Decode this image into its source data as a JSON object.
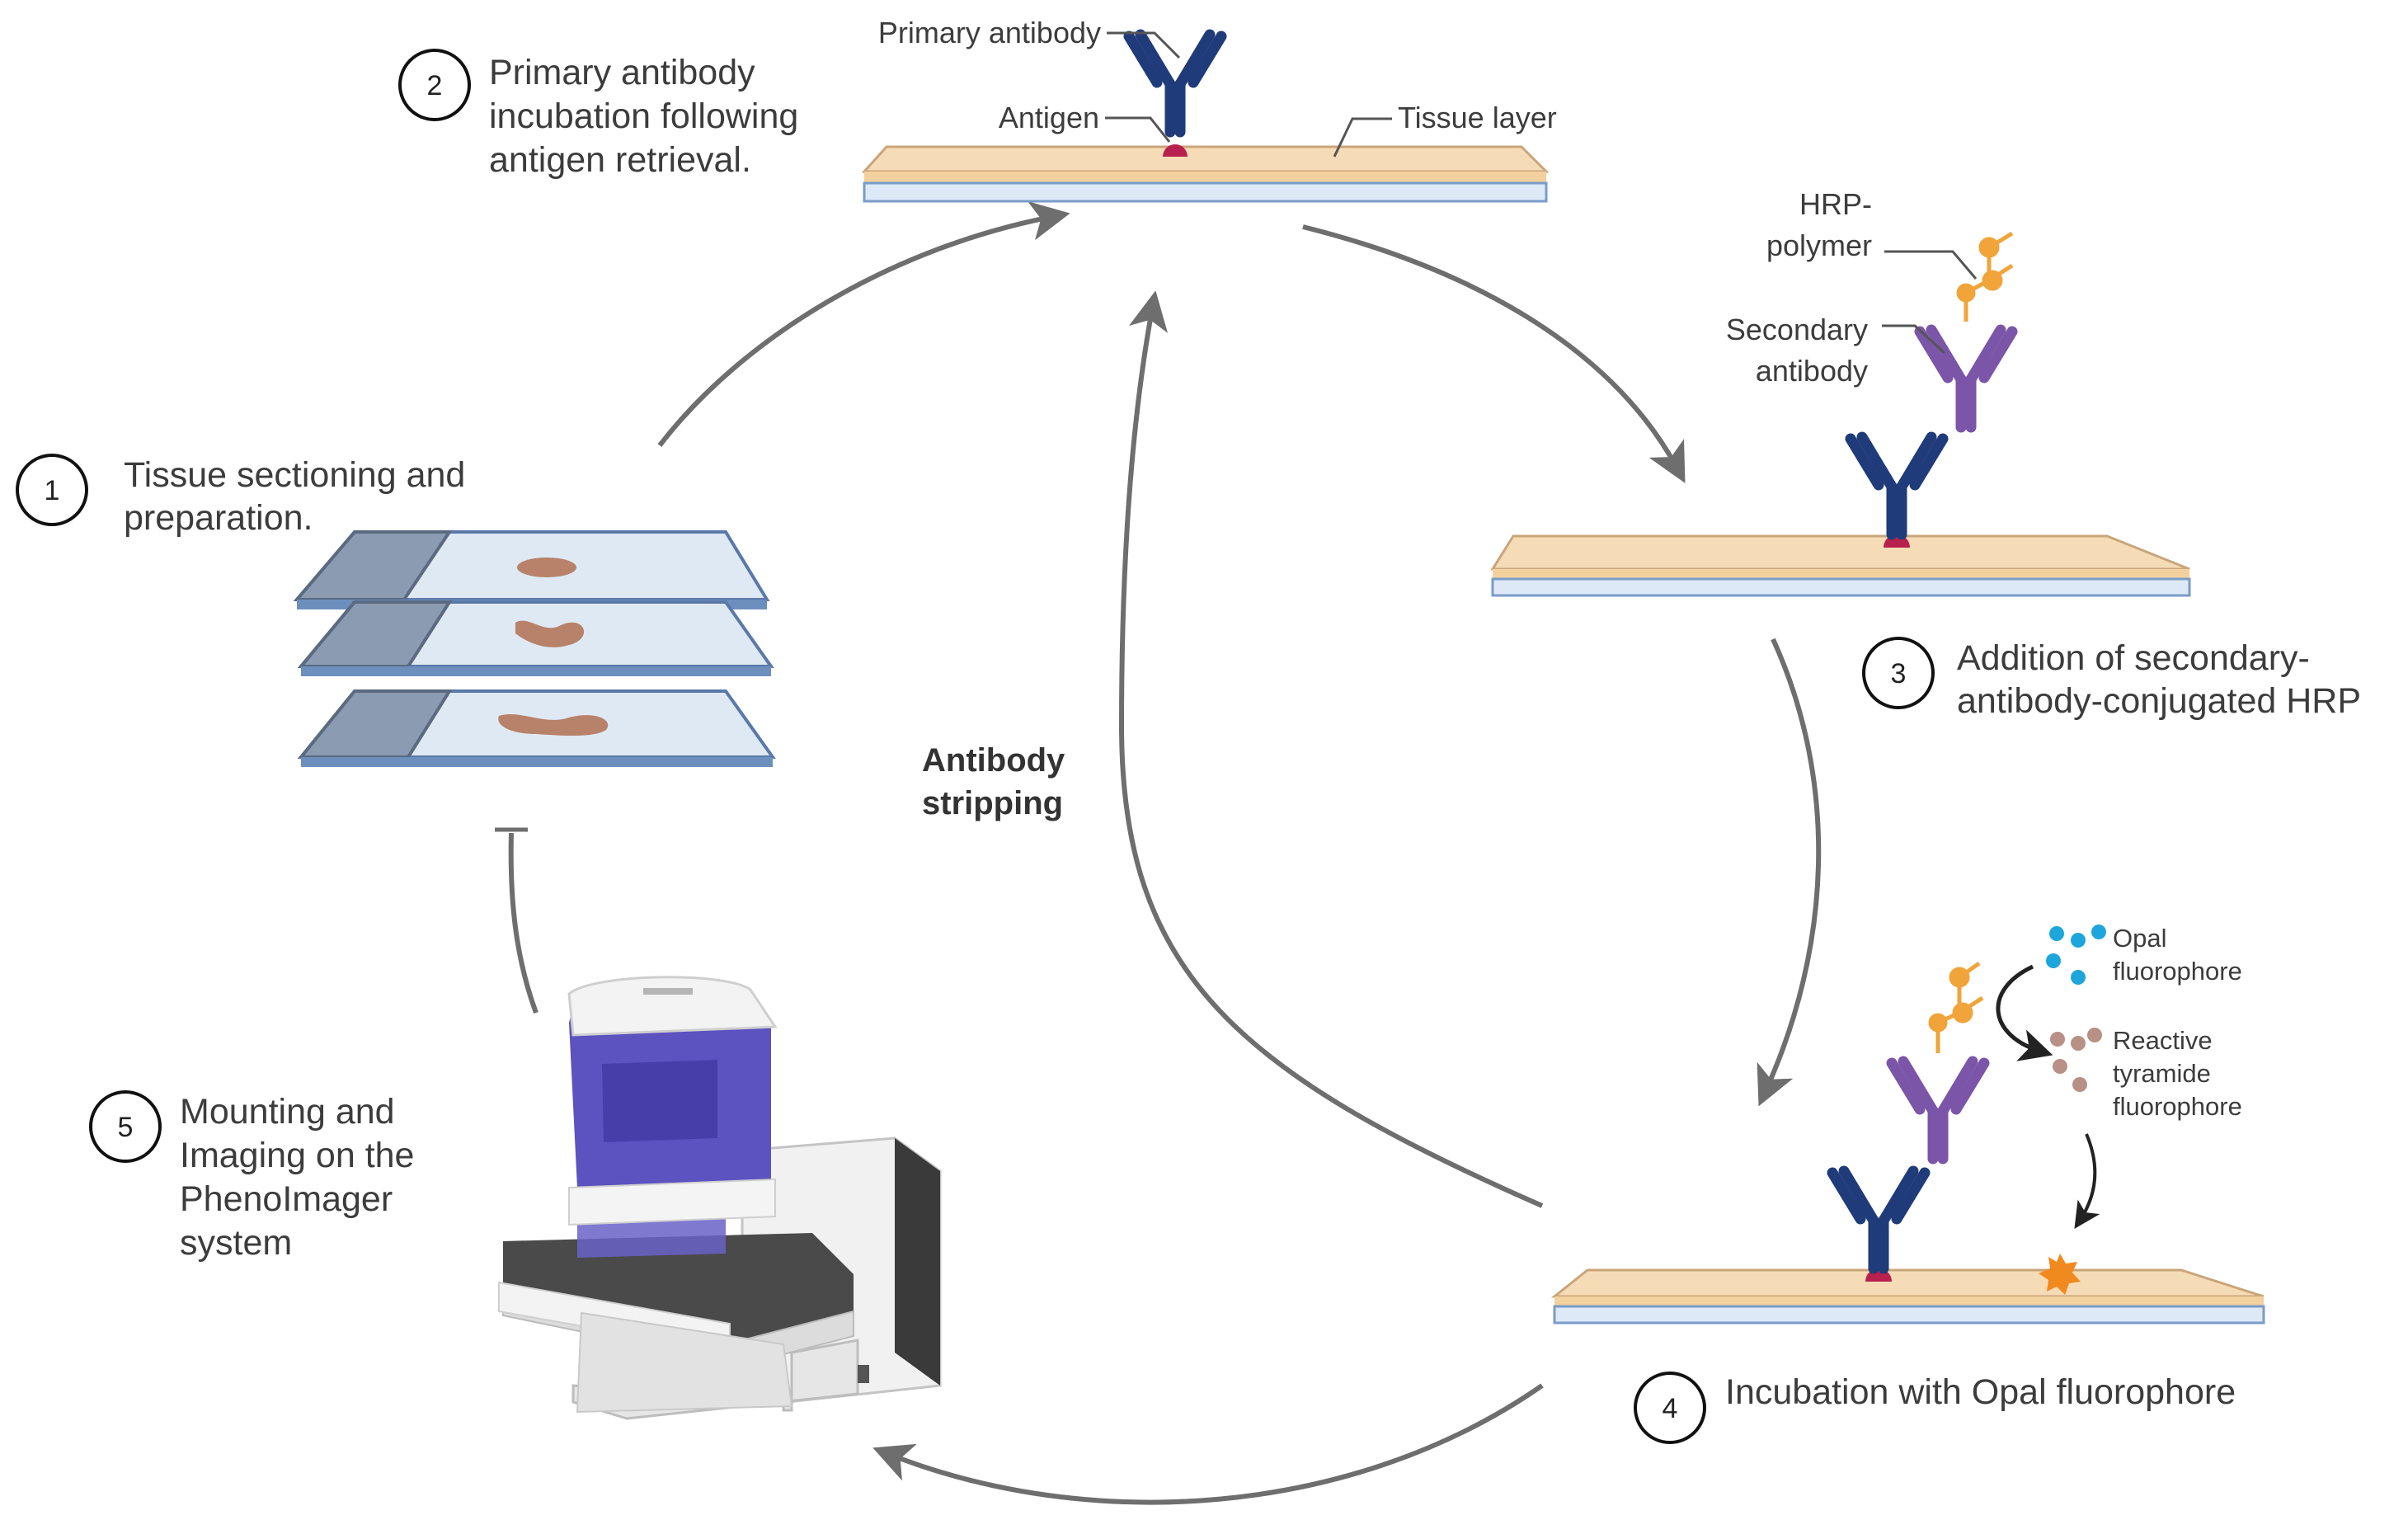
{
  "steps": {
    "s1": {
      "num": "1",
      "lines": [
        "Tissue sectioning and",
        "preparation."
      ]
    },
    "s2": {
      "num": "2",
      "lines": [
        "Primary antibody",
        "incubation following",
        "antigen retrieval."
      ]
    },
    "s3": {
      "num": "3",
      "lines": [
        "Addition of secondary-",
        "antibody-conjugated HRP"
      ]
    },
    "s4": {
      "num": "4",
      "lines": [
        "Incubation with Opal fluorophore"
      ]
    },
    "s5": {
      "num": "5",
      "lines": [
        "Mounting and",
        "Imaging on the",
        "PhenoImager",
        "system"
      ]
    }
  },
  "labels": {
    "primary_antibody": "Primary antibody",
    "antigen": "Antigen",
    "tissue_layer": "Tissue layer",
    "hrp_polymer": [
      "HRP-",
      "polymer"
    ],
    "secondary_antibody": [
      "Secondary",
      "antibody"
    ],
    "opal_fluorophore": [
      "Opal",
      "fluorophore"
    ],
    "reactive_tyramide": [
      "Reactive",
      "tyramide",
      "fluorophore"
    ],
    "antibody_stripping": [
      "Antibody",
      "stripping"
    ]
  },
  "colors": {
    "primary_antibody": "#1f3b7a",
    "secondary_antibody": "#7b55a8",
    "hrp": "#f0a43a",
    "antigen": "#b8214d",
    "tissue": "#f6dcb6",
    "glass": "#dde9f7",
    "opal": "#1ea6dc",
    "tyramide": "#b89085",
    "deposit": "#f08a1e",
    "arrow": "#6e6e6e",
    "imager_accent": "#4f46b8"
  }
}
